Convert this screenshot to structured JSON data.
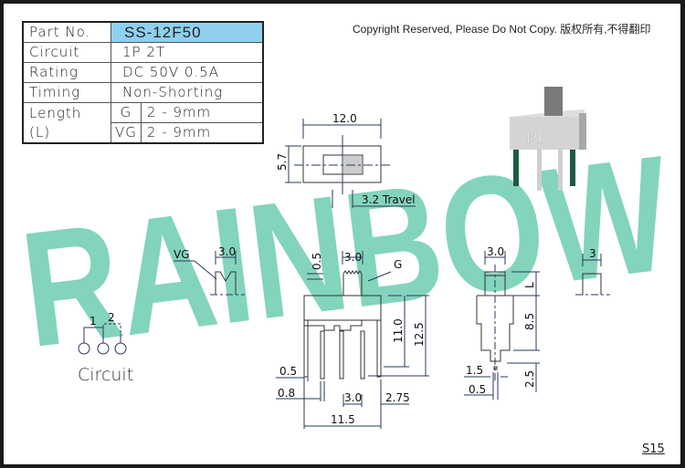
{
  "spec_table": {
    "part_no_label": "Part No.",
    "part_no_value": "SS-12F50",
    "rows": [
      {
        "label": "Circuit",
        "value": "1P 2T"
      },
      {
        "label": "Rating",
        "value": "DC 50V 0.5A"
      },
      {
        "label": "Timing",
        "value": "Non-Shorting"
      }
    ],
    "length": {
      "label": "Length (L)",
      "g_label": "G",
      "g_value": "2 - 9mm",
      "vg_label": "VG",
      "vg_value": "2 - 9mm"
    }
  },
  "copyright": "Copyright Reserved, Please Do Not Copy. 版权所有,不得翻印",
  "watermark": {
    "text": "RAINBOW",
    "color": "#83d4bd"
  },
  "top_view": {
    "width_dim": "12.0",
    "height_dim": "5.7",
    "travel": "3.2 Travel"
  },
  "product_photo": {
    "logo": "RP"
  },
  "vg_detail": {
    "label": "VG",
    "dim": "3.0"
  },
  "front_view": {
    "actuator_gap": "0.5",
    "actuator_width": "3.0",
    "g_label": "G",
    "height_body": "11.0",
    "height_total": "12.5",
    "pin_thickness": "0.5",
    "pin_width": "0.8",
    "pin_pitch": "3.0",
    "edge_offset": "2.75",
    "overall_width": "11.5"
  },
  "side_view": {
    "actuator_width": "3.0",
    "length_label": "L",
    "body_height": "8.5",
    "pin_length": "2.5",
    "pin_width": "1.5",
    "pin_thickness": "0.5"
  },
  "g_detail": {
    "dim": "3"
  },
  "circuit_diagram": {
    "label": "Circuit",
    "pin1": "1",
    "pin2": "2"
  },
  "sheet_no": "S15"
}
